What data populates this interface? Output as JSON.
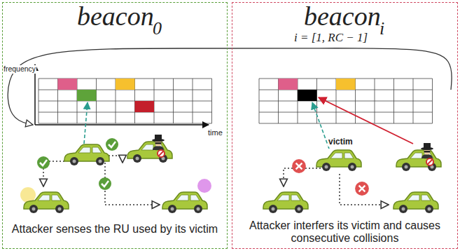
{
  "diagram": {
    "nodes": [
      {
        "text": [
          "beacon",
          "0",
          "Attacker senses the RU used by its victim"
        ]
      },
      {
        "text": [
          "beacon",
          "i",
          "i = [1, RC − 1]",
          "Attacker interfers its victim and causes consecutive collisions"
        ]
      }
    ],
    "edges": [
      {
        "from": 1,
        "to": 0,
        "arrow": "to"
      }
    ],
    "labels": [
      "frequency",
      "time",
      "victim"
    ]
  }
}
